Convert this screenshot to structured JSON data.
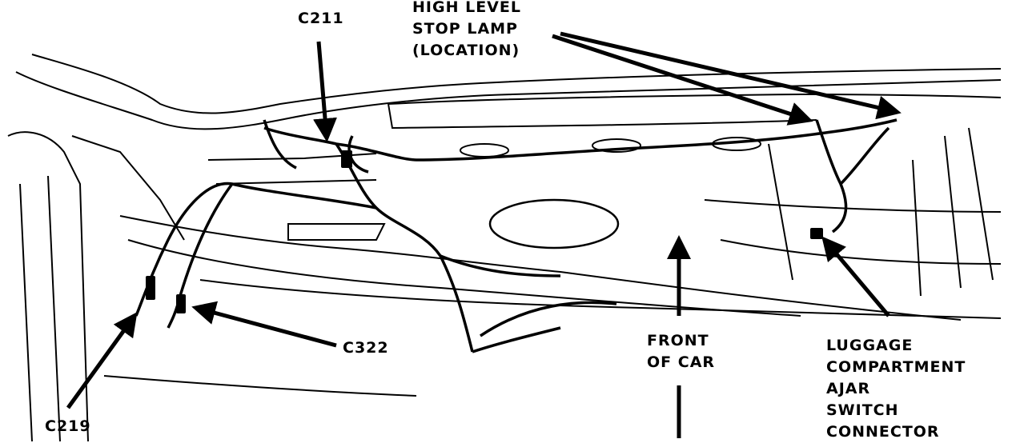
{
  "labels": {
    "c211": "C211",
    "high_level_stop_lamp": [
      "HIGH LEVEL",
      "STOP LAMP",
      "(LOCATION)"
    ],
    "c322": "C322",
    "c219": "C219",
    "front_of_car": [
      "FRONT",
      "OF CAR"
    ],
    "luggage_connector": [
      "LUGGAGE",
      "COMPARTMENT",
      "AJAR",
      "SWITCH",
      "CONNECTOR"
    ]
  },
  "colors": {
    "ink": "#000000",
    "paper": "#ffffff"
  }
}
